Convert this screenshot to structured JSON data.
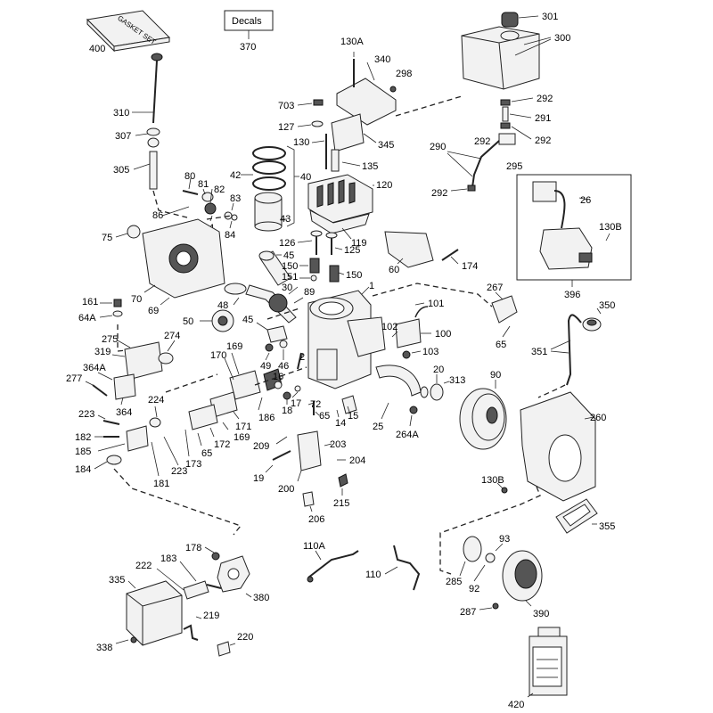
{
  "diagram": {
    "decals_box_label": "Decals",
    "gasket_set_text": "GASKET SET",
    "callouts": {
      "c400": "400",
      "c370": "370",
      "c130A": "130A",
      "c340": "340",
      "c298": "298",
      "c301": "301",
      "c300": "300",
      "c310": "310",
      "c307": "307",
      "c305": "305",
      "c703": "703",
      "c127": "127",
      "c130": "130",
      "c345": "345",
      "c135": "135",
      "c292a": "292",
      "c291": "291",
      "c292b": "292",
      "c290": "290",
      "c292c": "292",
      "c292d": "292",
      "c295": "295",
      "c42": "42",
      "c40": "40",
      "c120": "120",
      "c80": "80",
      "c81": "81",
      "c82": "82",
      "c83": "83",
      "c43": "43",
      "c86": "86",
      "c84a": "84",
      "c84b": "84",
      "c75": "75",
      "c119": "119",
      "c126": "126",
      "c125": "125",
      "c26": "26",
      "c130B_box": "130B",
      "c45a": "45",
      "c150a": "150",
      "c150b": "150",
      "c151": "151",
      "c60": "60",
      "c174": "174",
      "c30": "30",
      "c89": "89",
      "c70": "70",
      "c69": "69",
      "c1": "1",
      "c396": "396",
      "c161": "161",
      "c64A": "64A",
      "c48": "48",
      "c267": "267",
      "c101": "101",
      "c50": "50",
      "c45b": "45",
      "c65a": "65",
      "c350": "350",
      "c275": "275",
      "c274": "274",
      "c102": "102",
      "c100": "100",
      "c319": "319",
      "c169a": "169",
      "c103": "103",
      "c351": "351",
      "c364A": "364A",
      "c170": "170",
      "c49": "49",
      "c46": "46",
      "c2": "2",
      "c277": "277",
      "c16": "16",
      "c20": "20",
      "c313": "313",
      "c90": "90",
      "c364": "364",
      "c224": "224",
      "c72": "72",
      "c18": "18",
      "c17": "17",
      "c65b": "65",
      "c15": "15",
      "c14": "14",
      "c223a": "223",
      "c186": "186",
      "c171": "171",
      "c169b": "169",
      "c25": "25",
      "c264A": "264A",
      "c260": "260",
      "c182": "182",
      "c209": "209",
      "c203": "203",
      "c185": "185",
      "c172": "172",
      "c65c": "65",
      "c173": "173",
      "c223b": "223",
      "c204": "204",
      "c184": "184",
      "c181": "181",
      "c19": "19",
      "c200": "200",
      "c215": "215",
      "c130B": "130B",
      "c206": "206",
      "c355": "355",
      "c93": "93",
      "c178": "178",
      "c110A": "110A",
      "c335": "335",
      "c222": "222",
      "c183": "183",
      "c285": "285",
      "c92": "92",
      "c110": "110",
      "c380": "380",
      "c287": "287",
      "c390": "390",
      "c219": "219",
      "c338": "338",
      "c220": "220",
      "c420": "420"
    }
  }
}
